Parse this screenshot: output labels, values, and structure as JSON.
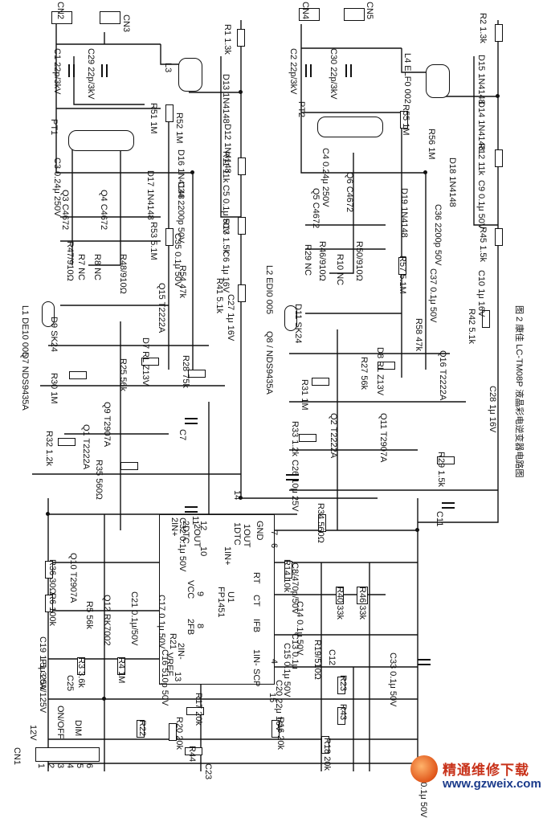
{
  "caption": "图 2 康佳 LC-TM08P 液晶彩电逆变器电路图",
  "watermark": {
    "cn": "精通维修下载",
    "url": "www.gzweix.com"
  },
  "connectors": {
    "cn1": {
      "label": "CN1",
      "pins": [
        "1",
        "2",
        "3",
        "4",
        "5",
        "6"
      ],
      "notes": [
        "12V",
        "ON/OFF",
        "DIM"
      ]
    },
    "cn2": {
      "label": "CN2",
      "pins": [
        "1",
        "2"
      ]
    },
    "cn3": {
      "label": "CN3",
      "pins": [
        "1",
        "2"
      ]
    },
    "cn4": {
      "label": "CN4",
      "pins": [
        "1",
        "2"
      ]
    },
    "cn5": {
      "label": "CN5",
      "pins": [
        "1",
        "2"
      ]
    }
  },
  "ic": {
    "ref": "U1",
    "part": "FP1451",
    "pins_left": [
      "2IN+",
      "2DTC",
      "2OUT",
      "VCC",
      "2FB",
      "2IN-",
      "VREF"
    ],
    "pins_left_nums": [
      "11",
      "12",
      "10",
      "9",
      "8",
      "",
      "13"
    ],
    "pins_right": [
      "GND",
      "1OUT",
      "1DTC",
      "1IN+",
      "RT",
      "CT",
      "IFB",
      "1IN-",
      "SCP"
    ],
    "pins_right_nums": [
      "",
      "7",
      "6",
      "",
      "",
      "",
      "",
      "4",
      "15"
    ],
    "pin14": "14"
  },
  "fuse": "F1 3.0A/125V",
  "components": {
    "C1": "C1 22p/3kV",
    "C29": "C29 22p/3kV",
    "C2": "C2 22p/3kV",
    "C30": "C30 22p/3kV",
    "R1": "R1 1.3k",
    "R2": "R2 1.3k",
    "D13": "D13 1N4148",
    "D15": "D15 1N4148",
    "D12": "D12 1N4148",
    "D14": "D14 1N4148",
    "L3": "L3",
    "L4": "L4 ELF0 002",
    "PT1": "PT1",
    "PT2": "PT2",
    "R51": "R51 1M",
    "R52": "R52 1M",
    "R55": "R55 1M",
    "R56": "R56 1M",
    "D16": "D16 1N4148",
    "D17": "D17 1N4148",
    "D18": "D18 1N4148",
    "D19": "D19 1N4148",
    "R11": "R11 11k",
    "R12": "R12 11k",
    "C5": "C5 0.1μ 50V",
    "C9": "C9 0.1μ 50V",
    "C3": "C3 0.24μ 250V",
    "C4": "C4 0.24μ 250V",
    "Q3": "Q3 C4672",
    "Q4": "Q4 C4672",
    "Q5": "Q5 C4672",
    "Q6": "Q6 C4672",
    "C34": "C34 2200p 50V",
    "C36": "C36 2200p 50V",
    "R13": "R13 1.5k",
    "R45": "R45 1.5k",
    "R53": "R53 5.1M",
    "R57": "R57 5.1M",
    "C35": "C35 0.1μ 50V",
    "C37": "C37 0.1μ 50V",
    "C6": "C6 1μ 16V",
    "C10": "C10 1μ 16V",
    "R47": "R47/910Ω",
    "R48": "R48/910Ω",
    "R46": "R46/910Ω",
    "R50": "R50/910Ω",
    "R7": "R7 NC",
    "R8": "R8 NC",
    "R29": "R29 NC",
    "R10": "R10 NC",
    "R54": "R54 47k",
    "R58": "R58 47k",
    "R41": "R41 5.1k",
    "R42": "R42 5.1k",
    "Q15": "Q15 T2222A",
    "Q16": "Q16 T2222A",
    "C27": "C27 1μ 16V",
    "C28": "C28 1μ 16V",
    "L1": "L1 DE10 005",
    "L2": "L2 EDI0 005",
    "D9": "D9 SK24",
    "D11": "D11 SK24",
    "Q7": "Q7 NDS9435A",
    "Q8": "Q8 / NDS9435A",
    "R30": "R30 1M",
    "R31": "R31 1M",
    "R25": "R25 56k",
    "R27": "R27 56k",
    "D7": "D7 RL Z13V",
    "D8": "D8 RL Z13V",
    "R28": "R28 75k",
    "R29b": "R29 1.5k",
    "Q9": "Q9 T2907A",
    "Q11": "Q11 T2907A",
    "Q1": "Q1 T2222A",
    "Q2": "Q2 T2222A",
    "R32": "R32 1.2k",
    "R33": "R33 1.2k",
    "C7": "C7",
    "C11": "C11",
    "R35": "R35 560Ω",
    "R34": "R34 560Ω",
    "C26": "C26 10μ 25V",
    "C32": "C32 0.1μ 50V",
    "R36": "R36 30Ω",
    "Q10": "Q10 T2907A",
    "R6": "R6 100k",
    "R5": "R5 56k",
    "Q12": "Q12 RK7002",
    "C21": "C21 0.1μ/50V",
    "C17": "C17 0.1μ 50V",
    "C19": "C19 1.5μ 25V",
    "C25": "C25",
    "R3": "R3 3.6k",
    "R4": "R4 1M",
    "C16": "C16 510p 50V",
    "R21": "R21",
    "C13": "C13 0.1μ",
    "C15": "C15 0.1μ 50V",
    "R19": "R19/510Ω",
    "C12": "C12",
    "C14": "C14 0.1μ 50V",
    "C8": "C8/470p/50V",
    "R14": "R14 10k",
    "R40": "R40 33k",
    "R46b": "R46 33k",
    "C33": "C33 0.1μ 50V",
    "C20": "C20 22μ 16V",
    "R16": "R16 20k",
    "R18": "R18 20k",
    "R23": "R23",
    "R43": "R43",
    "R17": "R17 20k",
    "R20": "R20 20k",
    "R44": "R44",
    "R22": "R22",
    "C23": "C23",
    "C31": "C31 0.1μ 50V"
  },
  "colors": {
    "ink": "#111111",
    "paper": "#ffffff"
  }
}
